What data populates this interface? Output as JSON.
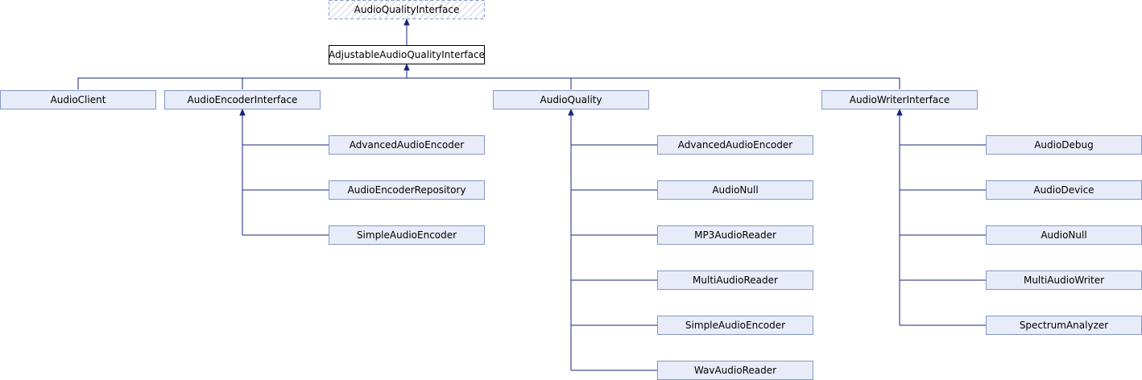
{
  "diagram": {
    "type": "class-inheritance",
    "colors": {
      "node_fill": "#e8ecf8",
      "node_border": "#8497c7",
      "focus_fill": "#ffffff",
      "focus_border": "#000000",
      "edge": "#1a237e",
      "hatch": "#d0d4e0"
    },
    "nodes": {
      "audio_quality_interface": "AudioQualityInterface",
      "adjustable_audio_quality_interface": "AdjustableAudioQualityInterface",
      "audio_client": "AudioClient",
      "audio_encoder_interface": "AudioEncoderInterface",
      "audio_quality": "AudioQuality",
      "audio_writer_interface": "AudioWriterInterface",
      "enc_advanced_audio_encoder": "AdvancedAudioEncoder",
      "enc_audio_encoder_repository": "AudioEncoderRepository",
      "enc_simple_audio_encoder": "SimpleAudioEncoder",
      "q_advanced_audio_encoder": "AdvancedAudioEncoder",
      "q_audio_null": "AudioNull",
      "q_mp3_audio_reader": "MP3AudioReader",
      "q_multi_audio_reader": "MultiAudioReader",
      "q_simple_audio_encoder": "SimpleAudioEncoder",
      "q_wav_audio_reader": "WavAudioReader",
      "w_audio_debug": "AudioDebug",
      "w_audio_device": "AudioDevice",
      "w_audio_null": "AudioNull",
      "w_multi_audio_writer": "MultiAudioWriter",
      "w_spectrum_analyzer": "SpectrumAnalyzer"
    }
  }
}
